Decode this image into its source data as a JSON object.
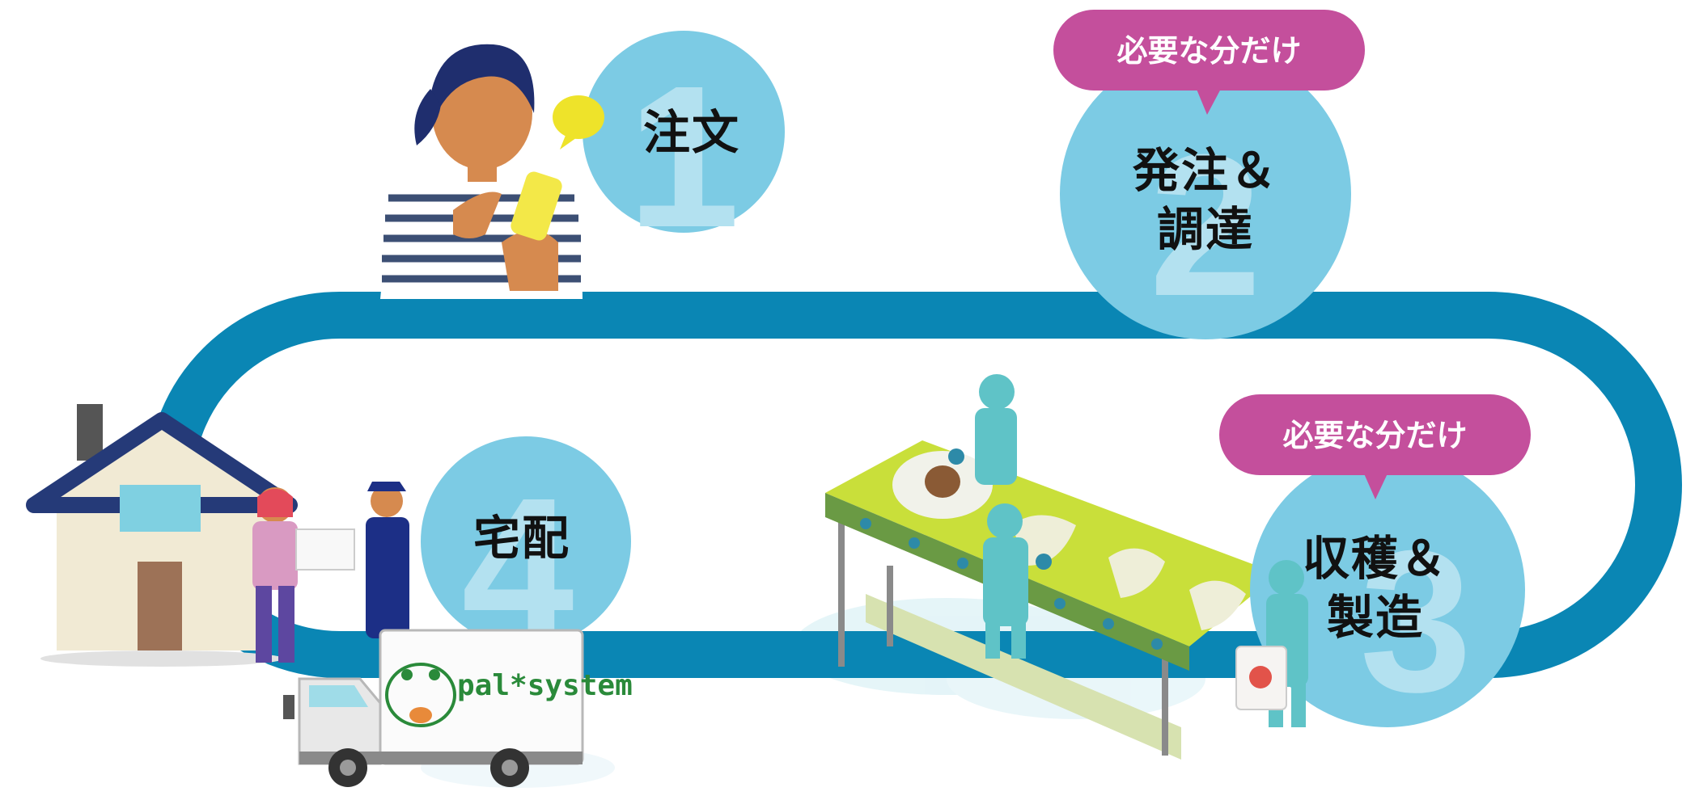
{
  "steps": [
    {
      "number": "1",
      "label": "注文"
    },
    {
      "number": "2",
      "label_line1": "発注＆",
      "label_line2": "調達",
      "tag": "必要な分だけ"
    },
    {
      "number": "3",
      "label_line1": "収穫＆",
      "label_line2": "製造",
      "tag": "必要な分だけ"
    },
    {
      "number": "4",
      "label": "宅配"
    }
  ],
  "truck": {
    "logo": "pal*system"
  },
  "colors": {
    "loop": "#0a86b4",
    "circle": "#7ccbe4",
    "numeral": "#b3e1f0",
    "tag": "#c44f9c",
    "conveyor": "#c9df3a",
    "worker": "#5fc3c7",
    "water": "#bfe6ef"
  }
}
